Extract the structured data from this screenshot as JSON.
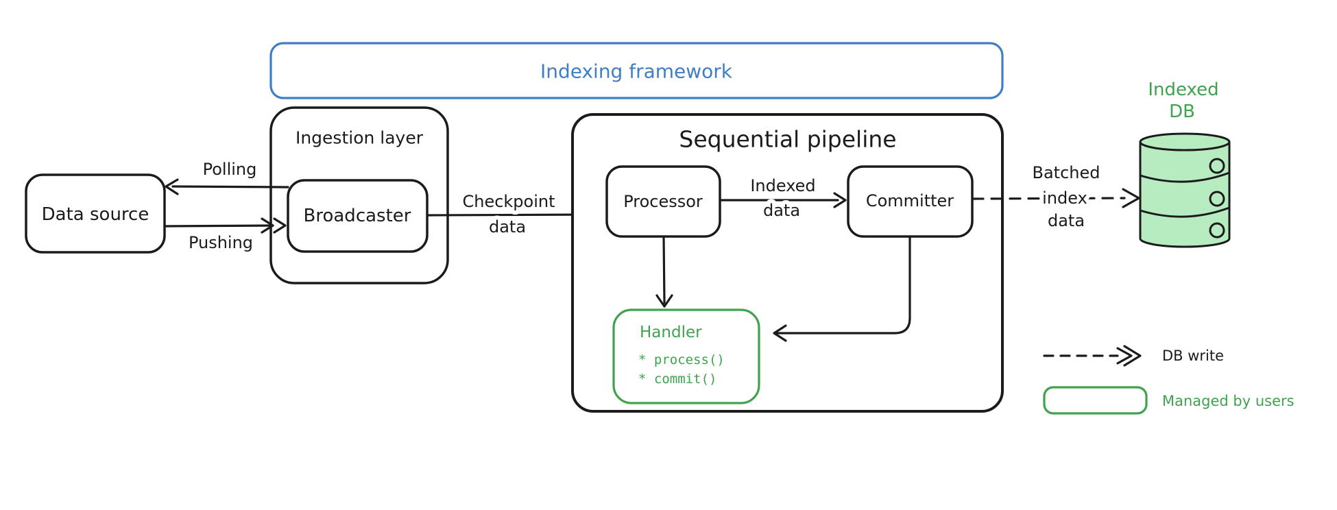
{
  "colors": {
    "blue": "#3f7ec6",
    "green": "#3fa34d",
    "green_fill": "#b7ecc0",
    "ink": "#1b1b1b"
  },
  "frame": {
    "title": "Indexing framework"
  },
  "nodes": {
    "data_source": {
      "label": "Data source"
    },
    "ingestion": {
      "label": "Ingestion layer"
    },
    "broadcaster": {
      "label": "Broadcaster"
    },
    "pipeline": {
      "label": "Sequential pipeline"
    },
    "processor": {
      "label": "Processor"
    },
    "committer": {
      "label": "Committer"
    },
    "handler": {
      "label": "Handler",
      "methods": [
        "* process()",
        "* commit()"
      ]
    },
    "indexed_db": {
      "label_lines": [
        "Indexed",
        "DB"
      ]
    }
  },
  "edges": {
    "polling": {
      "label": "Polling"
    },
    "pushing": {
      "label": "Pushing"
    },
    "checkpoint": {
      "label_lines": [
        "Checkpoint",
        "data"
      ]
    },
    "indexed_data": {
      "label_lines": [
        "Indexed",
        "data"
      ]
    },
    "batched_index": {
      "label_lines": [
        "Batched",
        "index",
        "data"
      ]
    }
  },
  "legend": {
    "db_write": {
      "label": "DB write"
    },
    "managed_by_users": {
      "label": "Managed by users"
    }
  }
}
